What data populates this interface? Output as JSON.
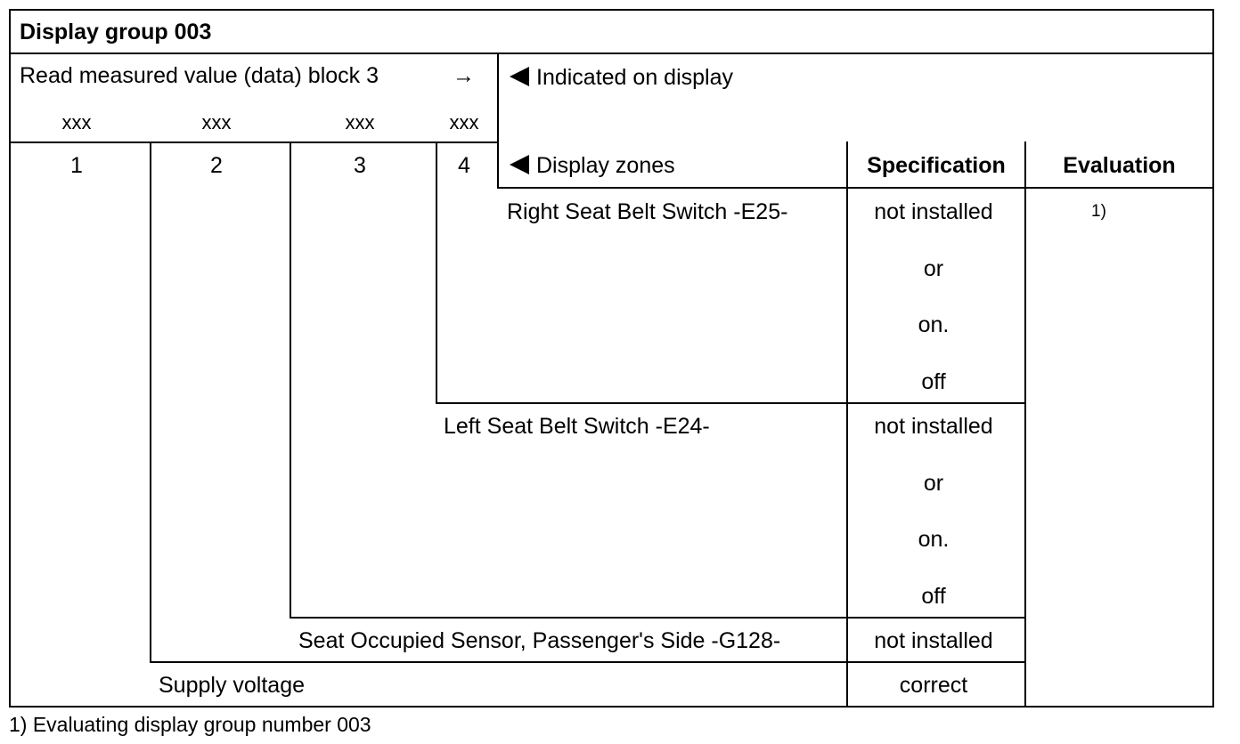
{
  "title": "Display group 003",
  "read_block": {
    "label": "Read measured value (data) block 3",
    "arrow": "→",
    "fields": [
      "xxx",
      "xxx",
      "xxx",
      "xxx"
    ],
    "numbers": [
      "1",
      "2",
      "3",
      "4"
    ]
  },
  "indicated_on_display": "Indicated on display",
  "display_zones": "Display zones",
  "headers": {
    "specification": "Specification",
    "evaluation": "Evaluation"
  },
  "rows": [
    {
      "label": "Right Seat Belt Switch -E25-",
      "spec": [
        "not installed",
        "or",
        "on.",
        "off"
      ],
      "evaluation": "1)"
    },
    {
      "label": "Left Seat Belt Switch -E24-",
      "spec": [
        "not installed",
        "or",
        "on.",
        "off"
      ]
    },
    {
      "label": "Seat Occupied Sensor, Passenger's Side -G128-",
      "spec": [
        "not installed"
      ]
    },
    {
      "label": "Supply voltage",
      "spec": [
        "correct"
      ]
    }
  ],
  "footnote": "1) Evaluating display group number 003"
}
